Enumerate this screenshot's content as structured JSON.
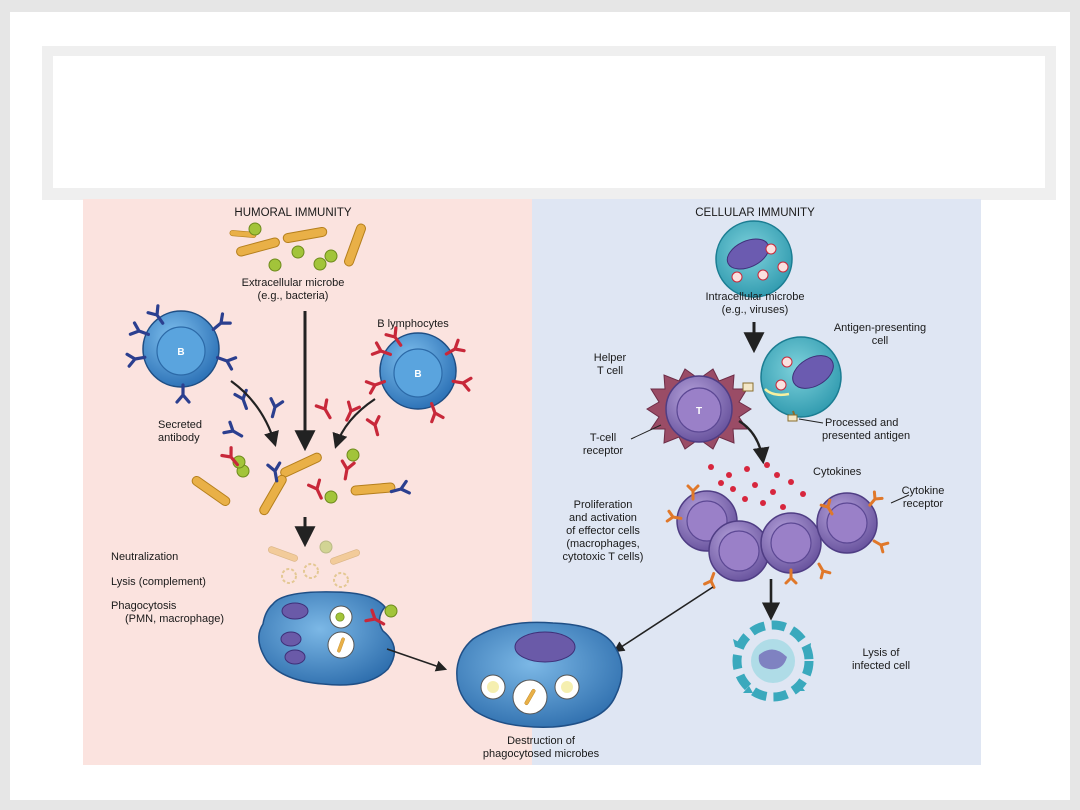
{
  "slide": {
    "title": ""
  },
  "figure": {
    "humoral": {
      "heading": "HUMORAL IMMUNITY",
      "microbe_label": [
        "Extracellular microbe",
        "(e.g., bacteria)"
      ],
      "b_lymphocytes_label": "B lymphocytes",
      "b_cell_letter": "B",
      "secreted_antibody_label": [
        "Secreted",
        "antibody"
      ],
      "neutralization_label": "Neutralization",
      "lysis_label": "Lysis (complement)",
      "phagocytosis_label": [
        "Phagocytosis",
        "(PMN, macrophage)"
      ]
    },
    "cellular": {
      "heading": "CELLULAR IMMUNITY",
      "microbe_label": [
        "Intracellular microbe",
        "(e.g., viruses)"
      ],
      "apc_label": [
        "Antigen-presenting",
        "cell"
      ],
      "helper_label": [
        "Helper",
        "T cell"
      ],
      "t_cell_letter": "T",
      "processed_label": [
        "Processed and",
        "presented antigen"
      ],
      "tcr_label": [
        "T-cell",
        "receptor"
      ],
      "cytokines_label": "Cytokines",
      "cytokine_receptor_label": [
        "Cytokine",
        "receptor"
      ],
      "proliferation_label": [
        "Proliferation",
        "and activation",
        "of effector cells",
        "(macrophages,",
        "cytotoxic T cells)"
      ],
      "lysis_infected_label": [
        "Lysis of",
        "infected cell"
      ]
    },
    "destruction_label": [
      "Destruction of",
      "phagocytosed microbes"
    ],
    "colors": {
      "humoral_bg": "#fbe3df",
      "cellular_bg": "#dfe6f3",
      "b_cell": "#3f8fd3",
      "t_cell": "#8a73b8",
      "antibody_blue": "#2b3f8f",
      "antibody_red": "#c8283a",
      "bacteria": "#e9b047",
      "antigen_green": "#a2c43a",
      "cytokine_red": "#d7263d",
      "macrophage": "#4a9bd2",
      "infected_cell": "#4db5c6"
    }
  }
}
